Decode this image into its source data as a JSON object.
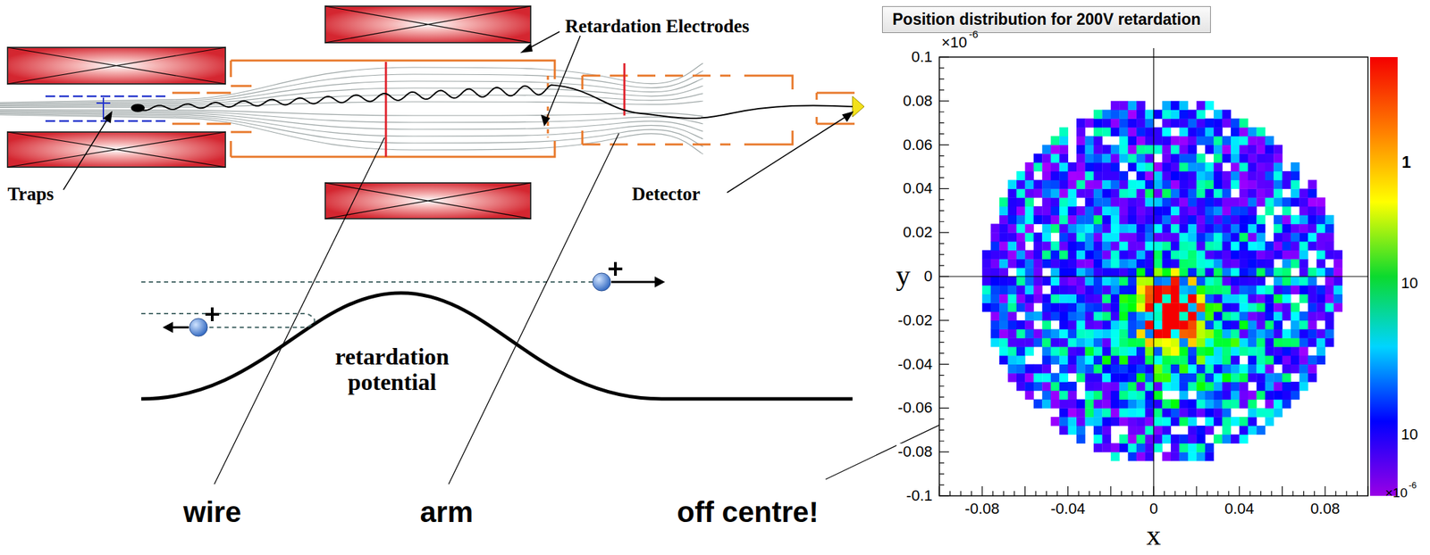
{
  "diagram": {
    "nodes": [
      {
        "text": [
          "Position distribution for 200V retardation"
        ]
      }
    ],
    "labels": [
      "Retardation Electrodes",
      "Traps",
      "Detector",
      "retardation potential",
      "wire",
      "arm",
      "off centre!",
      "×10",
      "-6",
      "0.1",
      "0.08",
      "0.06",
      "0.04",
      "0.02",
      "0",
      "-0.02",
      "-0.04",
      "-0.06",
      "-0.08",
      "-0.1",
      "y",
      "-0.08",
      "-0.04",
      "0",
      "0.04",
      "0.08",
      "x",
      "1",
      "10",
      "10",
      "×10",
      "-6"
    ]
  }
}
